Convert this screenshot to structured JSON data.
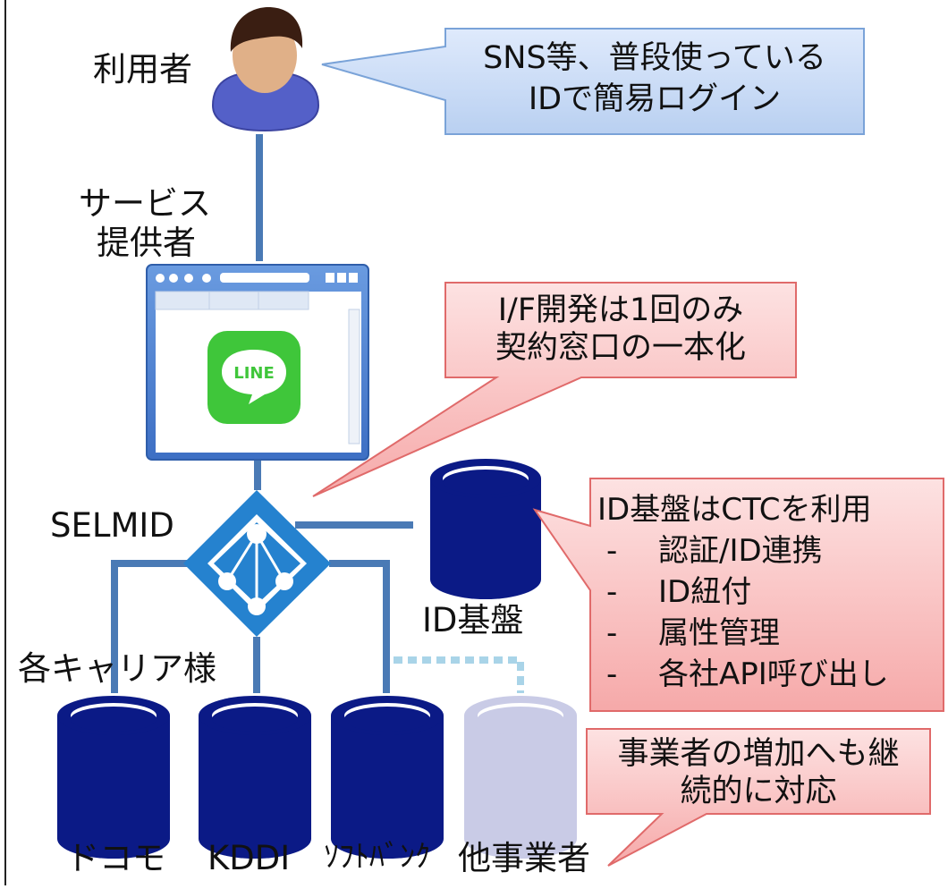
{
  "labels": {
    "user": "利用者",
    "provider_line1": "サービス",
    "provider_line2": "提供者",
    "selmid": "SELMID",
    "carriers": "各キャリア様",
    "id_platform": "ID基盤",
    "docomo": "ドコモ",
    "kddi": "KDDI",
    "softbank": "ｿﾌﾄﾊﾞﾝｸ",
    "other": "他事業者"
  },
  "callouts": {
    "sns": {
      "line1": "SNS等、普段使っている",
      "line2": "IDで簡易ログイン"
    },
    "if_dev": {
      "line1": "I/F開発は1回のみ",
      "line2": "契約窓口の一本化"
    },
    "id_base": {
      "title": "ID基盤はCTCを利用",
      "items": [
        "認証/ID連携",
        "ID紐付",
        "属性管理",
        "各社API呼び出し"
      ],
      "bullet": "-"
    },
    "expansion": {
      "line1": "事業者の増加へも継",
      "line2": "続的に対応"
    }
  },
  "logo": {
    "line": "LINE"
  },
  "colors": {
    "connector": "#4a7ab5",
    "db": "#0b1a86",
    "db_light": "#c9cbe6",
    "blue_callout": "#cfe0f8",
    "red_callout": "#fbc9c9",
    "selmid": "#2582cf",
    "line_green": "#3fc63a"
  }
}
